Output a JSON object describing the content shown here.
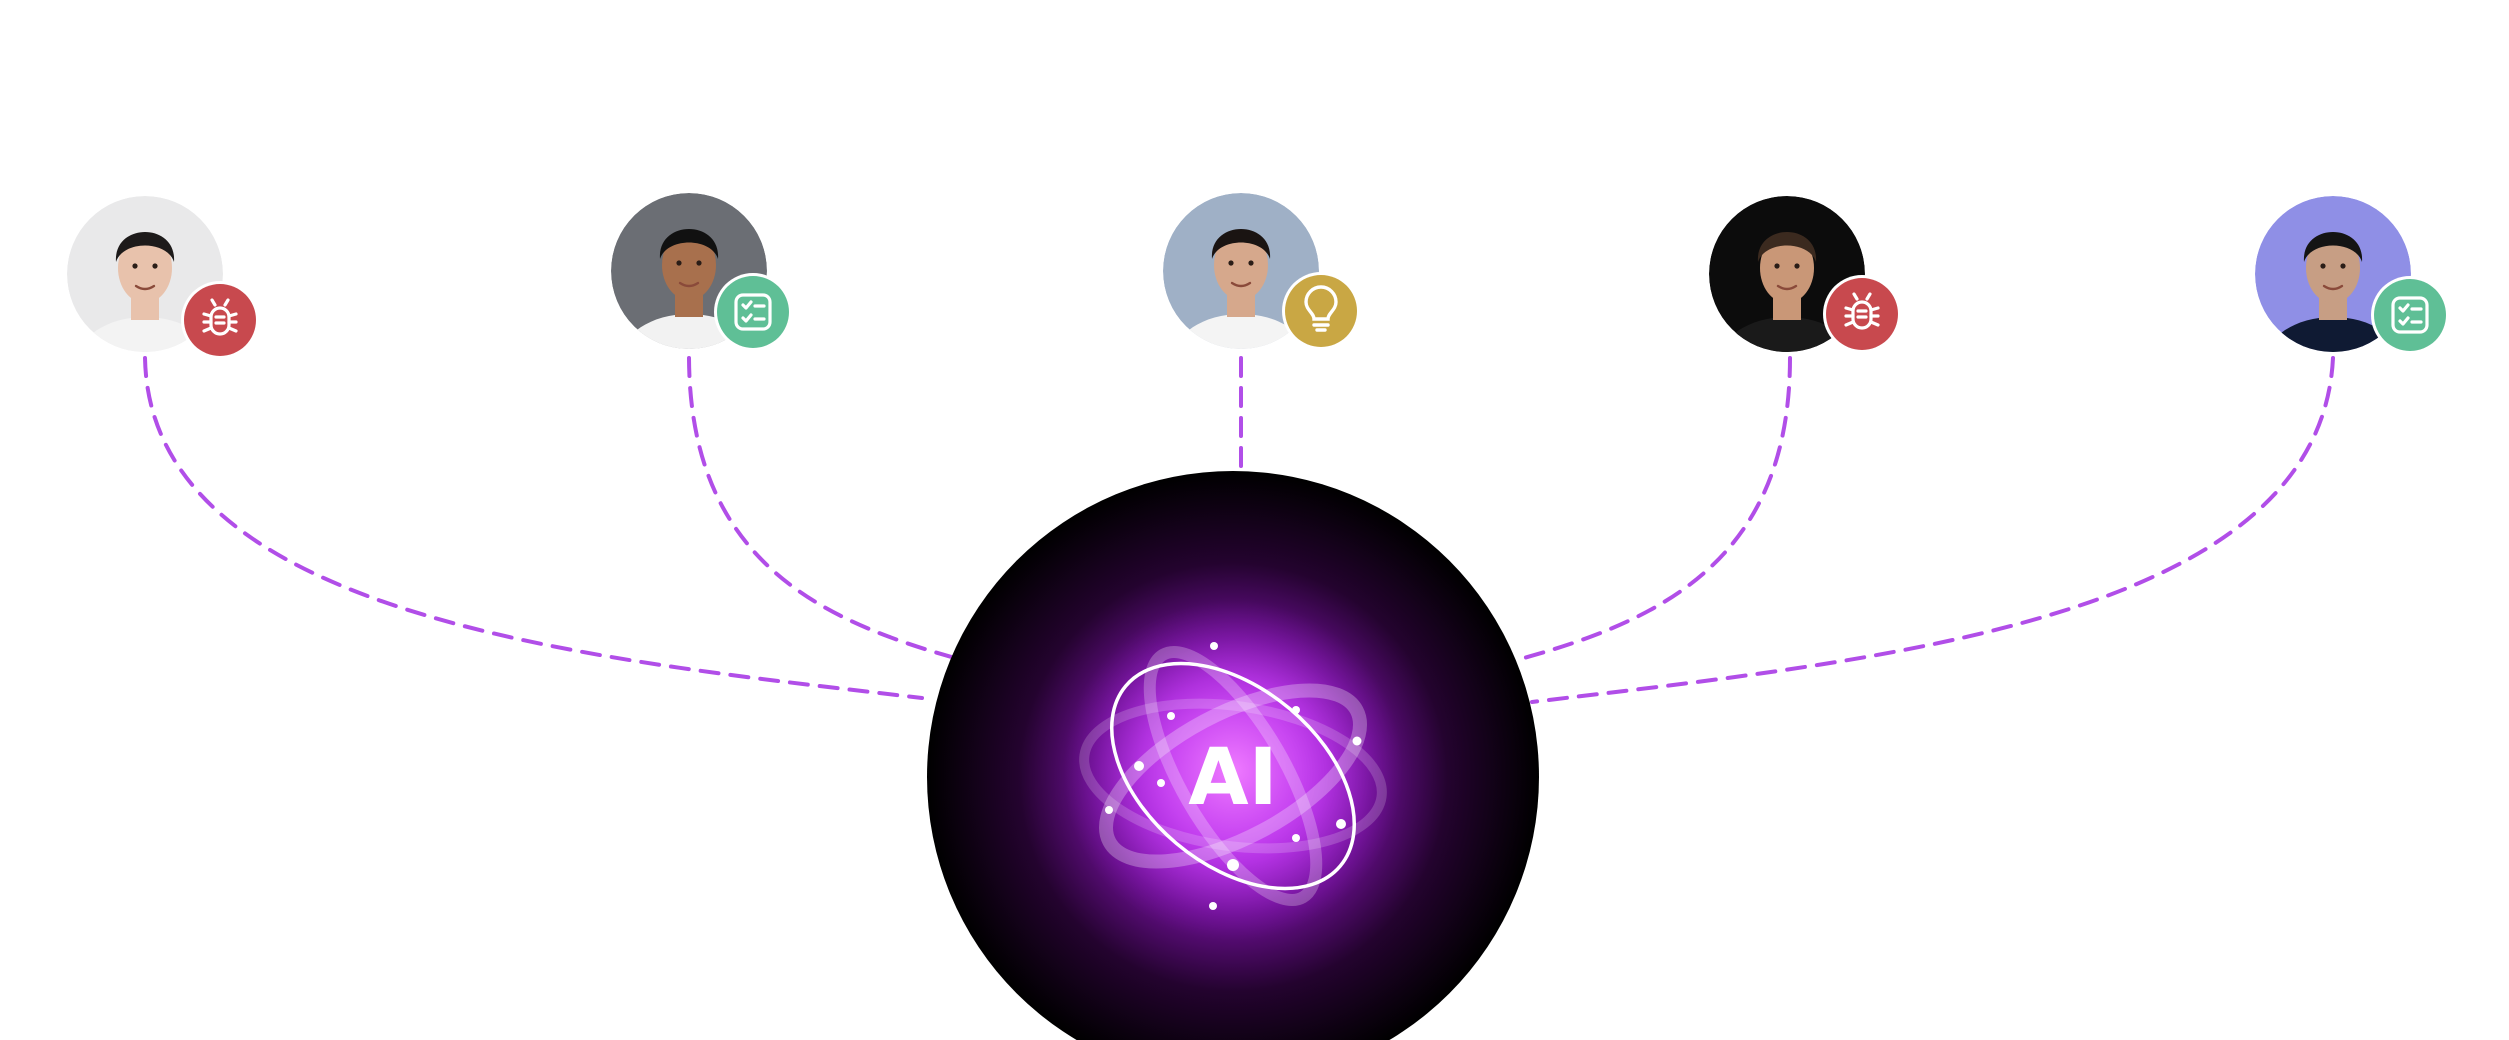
{
  "hub": {
    "label": "AI",
    "accent": "#b14ee8",
    "core_color": "#c13bf0",
    "outer_color": "#000000"
  },
  "connector_color": "#b14ee8",
  "people": [
    {
      "id": "person-1",
      "avatar_bg": "#e9e9ea",
      "skin": "#e8c2ac",
      "hair": "#1d1a1a",
      "shirt": "#f3f3f3",
      "badge": {
        "icon": "bug-icon",
        "color": "#c8494e"
      }
    },
    {
      "id": "person-2",
      "avatar_bg": "#6b6e74",
      "skin": "#a8704d",
      "hair": "#111111",
      "shirt": "#f2f2f2",
      "badge": {
        "icon": "checklist-icon",
        "color": "#5fbf96"
      }
    },
    {
      "id": "person-3",
      "avatar_bg": "#9fb0c6",
      "skin": "#d6a88c",
      "hair": "#1a1412",
      "shirt": "#f4f4f4",
      "badge": {
        "icon": "lightbulb-icon",
        "color": "#c9a744"
      }
    },
    {
      "id": "person-4",
      "avatar_bg": "#0c0c0c",
      "skin": "#c99777",
      "hair": "#3b2a1f",
      "shirt": "#1a1a1a",
      "badge": {
        "icon": "bug-icon",
        "color": "#c8494e"
      }
    },
    {
      "id": "person-5",
      "avatar_bg": "#8f8fe6",
      "skin": "#c79e84",
      "hair": "#141414",
      "shirt": "#0f1a33",
      "badge": {
        "icon": "checklist-icon",
        "color": "#5fbf96"
      }
    }
  ]
}
